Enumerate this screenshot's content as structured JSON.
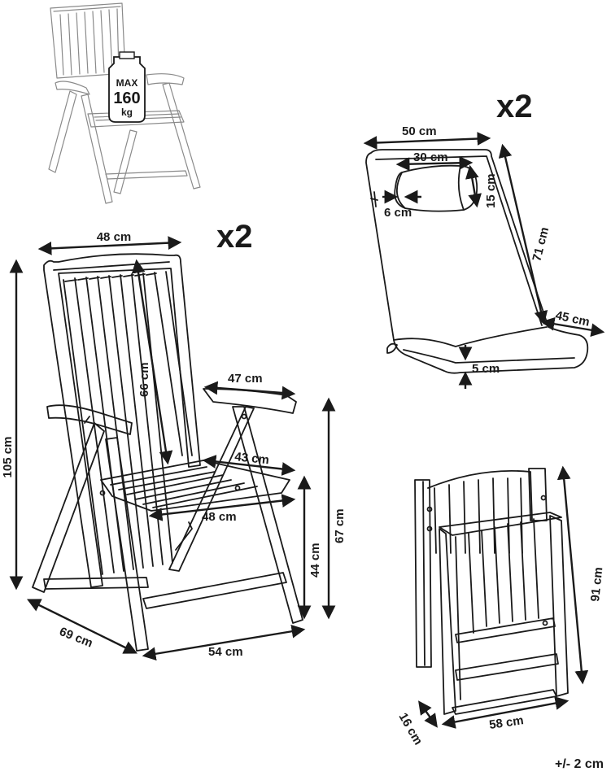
{
  "badge": {
    "max": "MAX",
    "weight": "160",
    "unit": "kg"
  },
  "chair": {
    "quantity": "x2",
    "width_top": "48 cm",
    "back_height": "66 cm",
    "total_height": "105 cm",
    "armrest": "47 cm",
    "seat_depth": "43 cm",
    "seat_width": "48 cm",
    "seat_height": "44 cm",
    "arm_height": "67 cm",
    "depth": "69 cm",
    "width_bottom": "54 cm"
  },
  "cushion": {
    "quantity": "x2",
    "width": "50 cm",
    "pillow_width": "30 cm",
    "pillow_height": "15 cm",
    "pillow_depth": "6 cm",
    "length": "71 cm",
    "seat_depth": "45 cm",
    "thickness": "5 cm"
  },
  "folded": {
    "height": "91 cm",
    "depth": "16 cm",
    "width": "58 cm"
  },
  "tolerance": "+/- 2 cm"
}
